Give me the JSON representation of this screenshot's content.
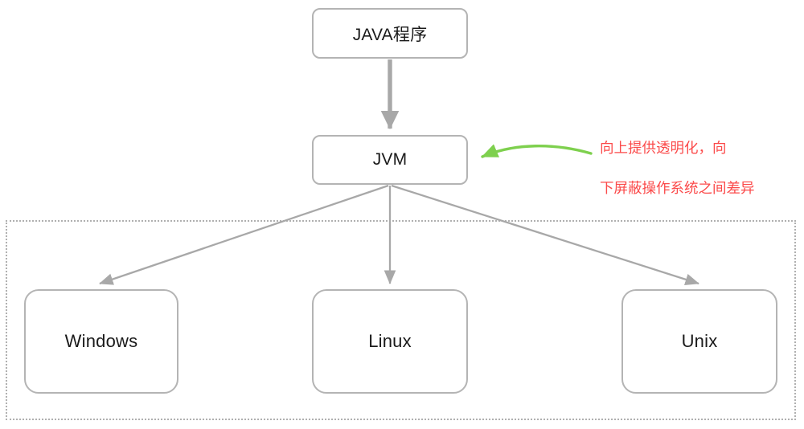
{
  "diagram": {
    "title": "JVM platform abstraction diagram",
    "nodes": {
      "java_program": {
        "label": "JAVA程序"
      },
      "jvm": {
        "label": "JVM"
      },
      "windows": {
        "label": "Windows"
      },
      "linux": {
        "label": "Linux"
      },
      "unix": {
        "label": "Unix"
      }
    },
    "annotation": {
      "line1": "向上提供透明化，向",
      "line2": "下屏蔽操作系统之间差异",
      "color": "#fb4a4a"
    },
    "edges": [
      {
        "from": "java_program",
        "to": "jvm",
        "style": "thick-arrow"
      },
      {
        "from": "jvm",
        "to": "windows",
        "style": "arrow"
      },
      {
        "from": "jvm",
        "to": "linux",
        "style": "arrow"
      },
      {
        "from": "jvm",
        "to": "unix",
        "style": "arrow"
      },
      {
        "from": "annotation",
        "to": "jvm",
        "style": "curved-arrow"
      }
    ],
    "colors": {
      "node_border": "#b4b4b4",
      "connector": "#a8a8a8",
      "dotted_group_border": "#b0b0b0",
      "annotation_arrow": "#7ed04e",
      "annotation_text": "#fb4a4a",
      "background": "#ffffff",
      "node_text": "#1a1a1a"
    },
    "group": {
      "name": "operating-systems-group"
    }
  }
}
